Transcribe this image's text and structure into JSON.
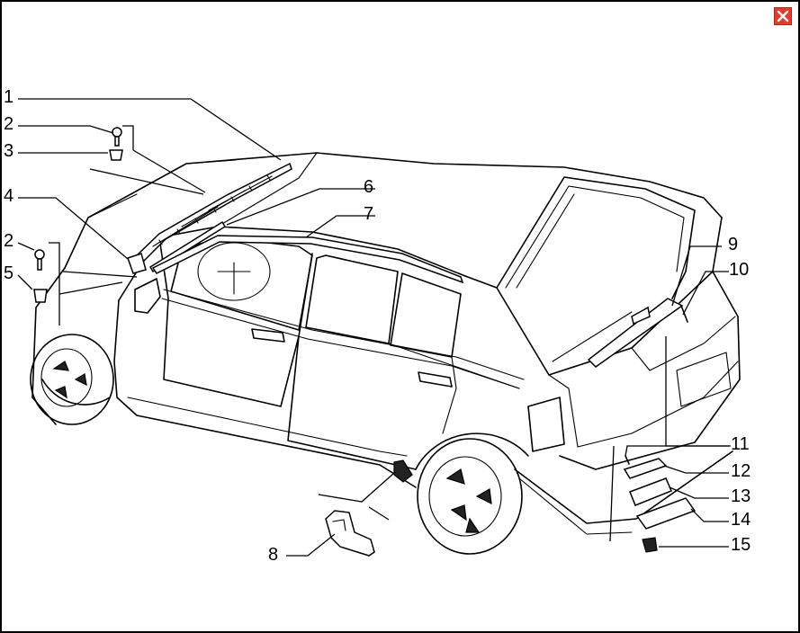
{
  "window": {
    "close_icon": "close-icon",
    "accent": "#e8392a"
  },
  "callouts": [
    {
      "id": "c1",
      "text": "1"
    },
    {
      "id": "c2a",
      "text": "2"
    },
    {
      "id": "c3",
      "text": "3"
    },
    {
      "id": "c4",
      "text": "4"
    },
    {
      "id": "c2b",
      "text": "2"
    },
    {
      "id": "c5",
      "text": "5"
    },
    {
      "id": "c6",
      "text": "6"
    },
    {
      "id": "c7",
      "text": "7"
    },
    {
      "id": "c8",
      "text": "8"
    },
    {
      "id": "c9",
      "text": "9"
    },
    {
      "id": "c10",
      "text": "10"
    },
    {
      "id": "c11",
      "text": "11"
    },
    {
      "id": "c12",
      "text": "12"
    },
    {
      "id": "c13",
      "text": "13"
    },
    {
      "id": "c14",
      "text": "14"
    },
    {
      "id": "c15",
      "text": "15"
    }
  ]
}
